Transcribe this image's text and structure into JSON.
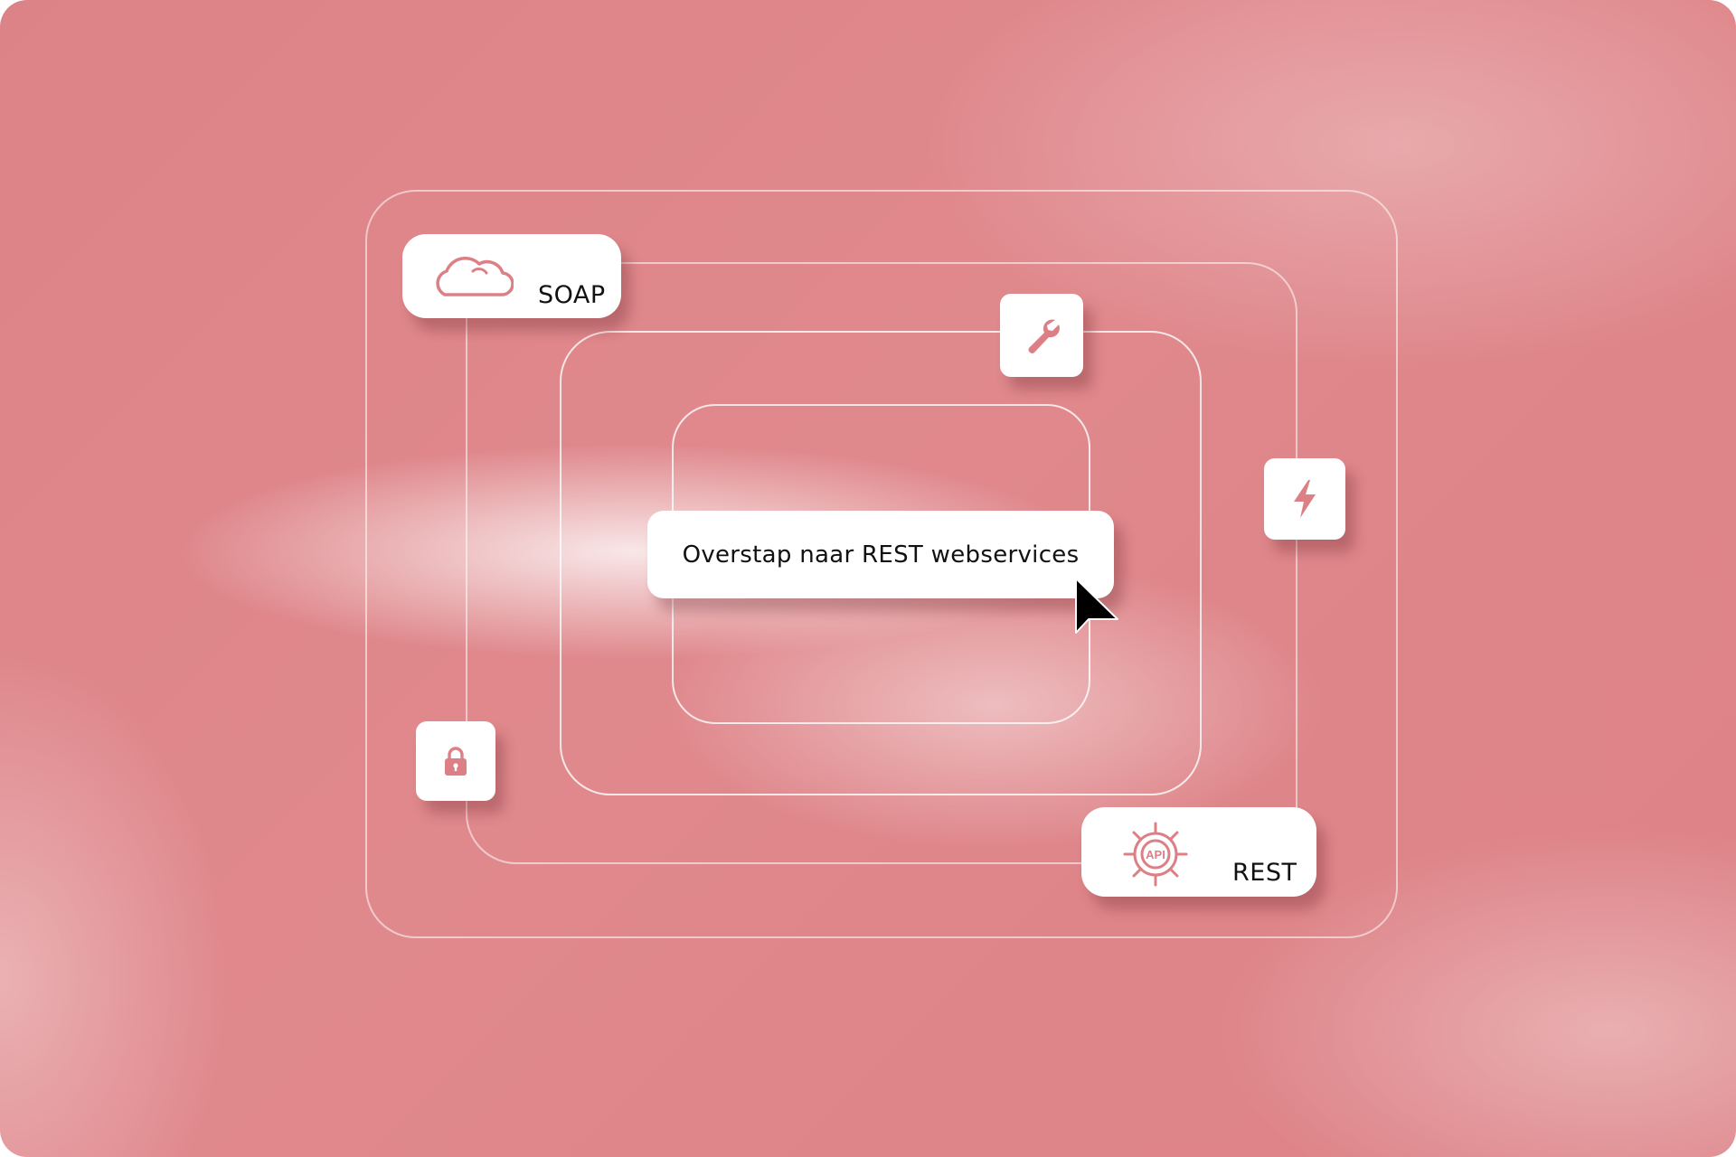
{
  "colors": {
    "background": "#dd8488",
    "icon_accent": "#dc8086",
    "card": "#ffffff",
    "text": "#111111"
  },
  "cards": {
    "soap": {
      "label": "SOAP",
      "icon": "cloud-icon"
    },
    "rest": {
      "label": "REST",
      "icon": "api-gear-icon"
    },
    "main": {
      "label": "Overstap naar REST webservices"
    },
    "tool": {
      "icon": "wrench-icon"
    },
    "bolt": {
      "icon": "lightning-icon"
    },
    "lock": {
      "icon": "lock-icon"
    }
  },
  "rest_icon_text": "API",
  "cursor": {
    "icon": "mouse-pointer-icon"
  }
}
